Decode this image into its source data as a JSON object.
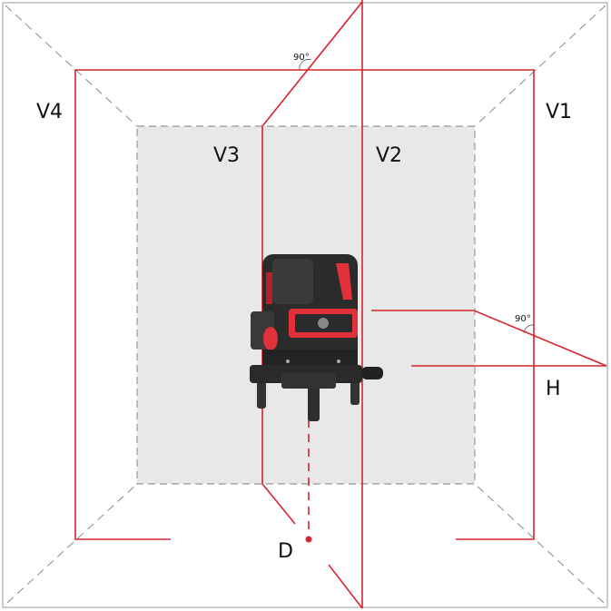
{
  "labels": {
    "v1": "V1",
    "v2": "V2",
    "v3": "V3",
    "v4": "V4",
    "h": "H",
    "d": "D",
    "angle_top": "90°",
    "angle_right": "90°"
  },
  "colors": {
    "laser": "#d9232e",
    "wall_fill": "#e8e8e8",
    "guide_dash": "#8a8a8a",
    "device_body": "#2b2b2b",
    "device_accent": "#e0303a"
  },
  "icons": {
    "device": "cross-line-laser-level"
  }
}
